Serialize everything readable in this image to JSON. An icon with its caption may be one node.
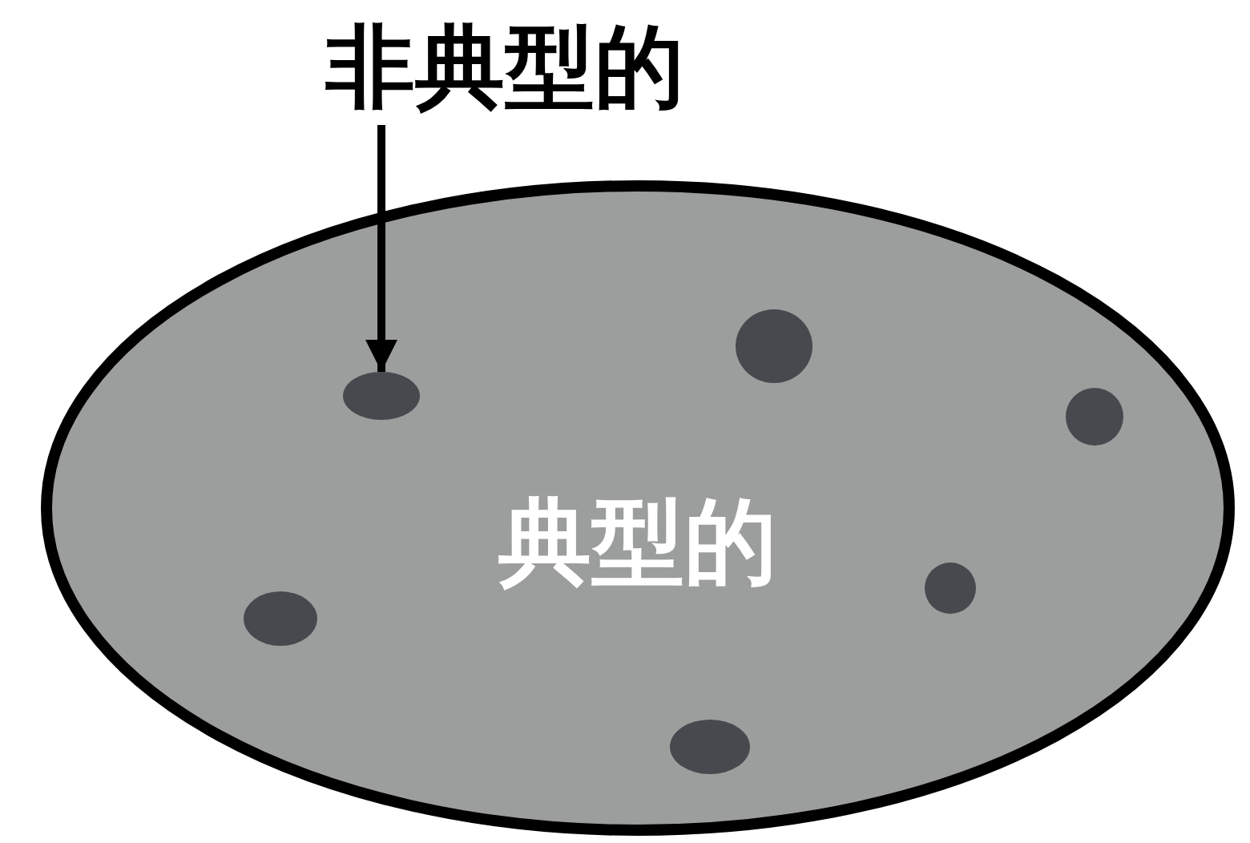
{
  "diagram": {
    "nodes": [
      {
        "text": [
          "典型的"
        ]
      },
      {
        "text": [
          "非典型的"
        ]
      },
      {
        "text": [],
        "shape": "circle",
        "in": 0
      },
      {
        "text": [],
        "shape": "circle",
        "in": 0
      },
      {
        "text": [],
        "shape": "circle",
        "in": 0
      },
      {
        "text": [],
        "shape": "circle",
        "in": 0
      },
      {
        "text": [],
        "shape": "circle",
        "in": 0
      },
      {
        "text": [],
        "shape": "circle",
        "in": 0
      }
    ],
    "edges": [
      {
        "from": 1,
        "to": 2,
        "arrow": "to"
      }
    ]
  }
}
